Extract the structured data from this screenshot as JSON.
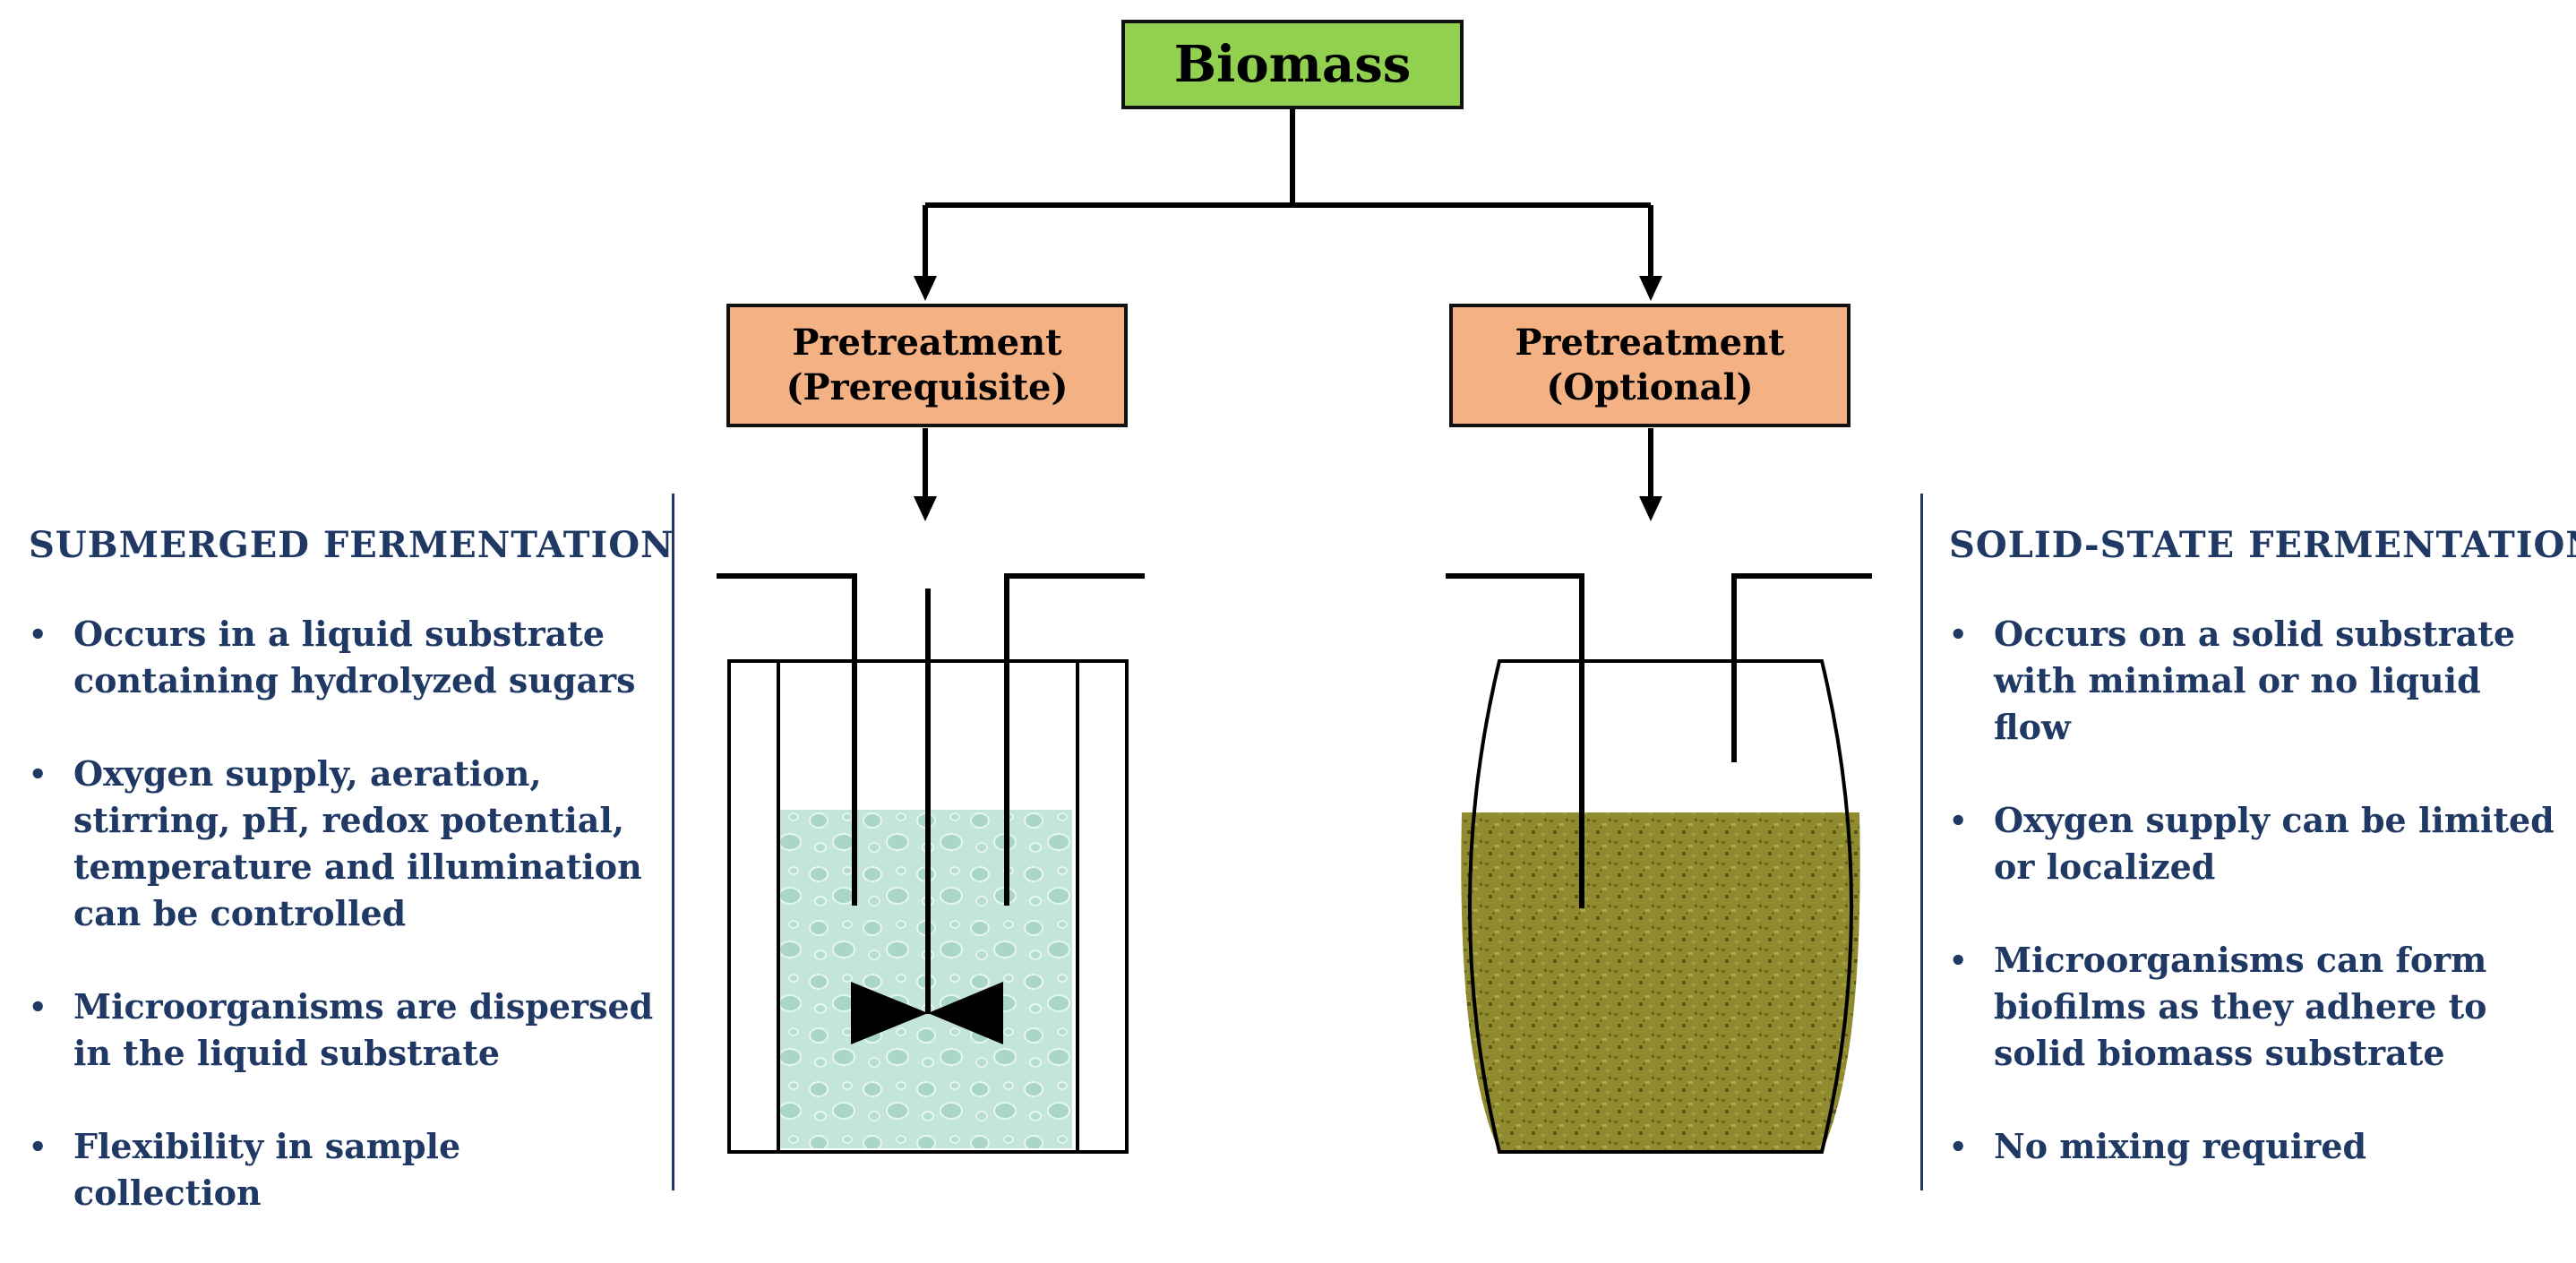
{
  "top": {
    "label": "Biomass"
  },
  "pretreatment_left": {
    "line1": "Pretreatment",
    "line2": "(Prerequisite)"
  },
  "pretreatment_right": {
    "line1": "Pretreatment",
    "line2": "(Optional)"
  },
  "submerged": {
    "title": "SUBMERGED FERMENTATION",
    "bullets": [
      "Occurs in a liquid substrate containing hydrolyzed sugars",
      "Oxygen supply, aeration, stirring, pH, redox potential, temperature and illumination can be controlled",
      "Microorganisms are dispersed in the liquid substrate",
      "Flexibility in sample collection"
    ]
  },
  "solid_state": {
    "title": "SOLID-STATE FERMENTATION",
    "bullets": [
      "Occurs on a solid substrate with minimal or no liquid flow",
      "Oxygen supply can be limited or localized",
      "Microorganisms can form biofilms as they adhere to solid biomass substrate",
      "No mixing required"
    ]
  },
  "colors": {
    "biomass_box": "#92d050",
    "pretreatment_box": "#f4b183",
    "text_blue": "#1f3864",
    "liquid": "#bfe3d6",
    "solid_substrate": "#8d8a2c"
  }
}
